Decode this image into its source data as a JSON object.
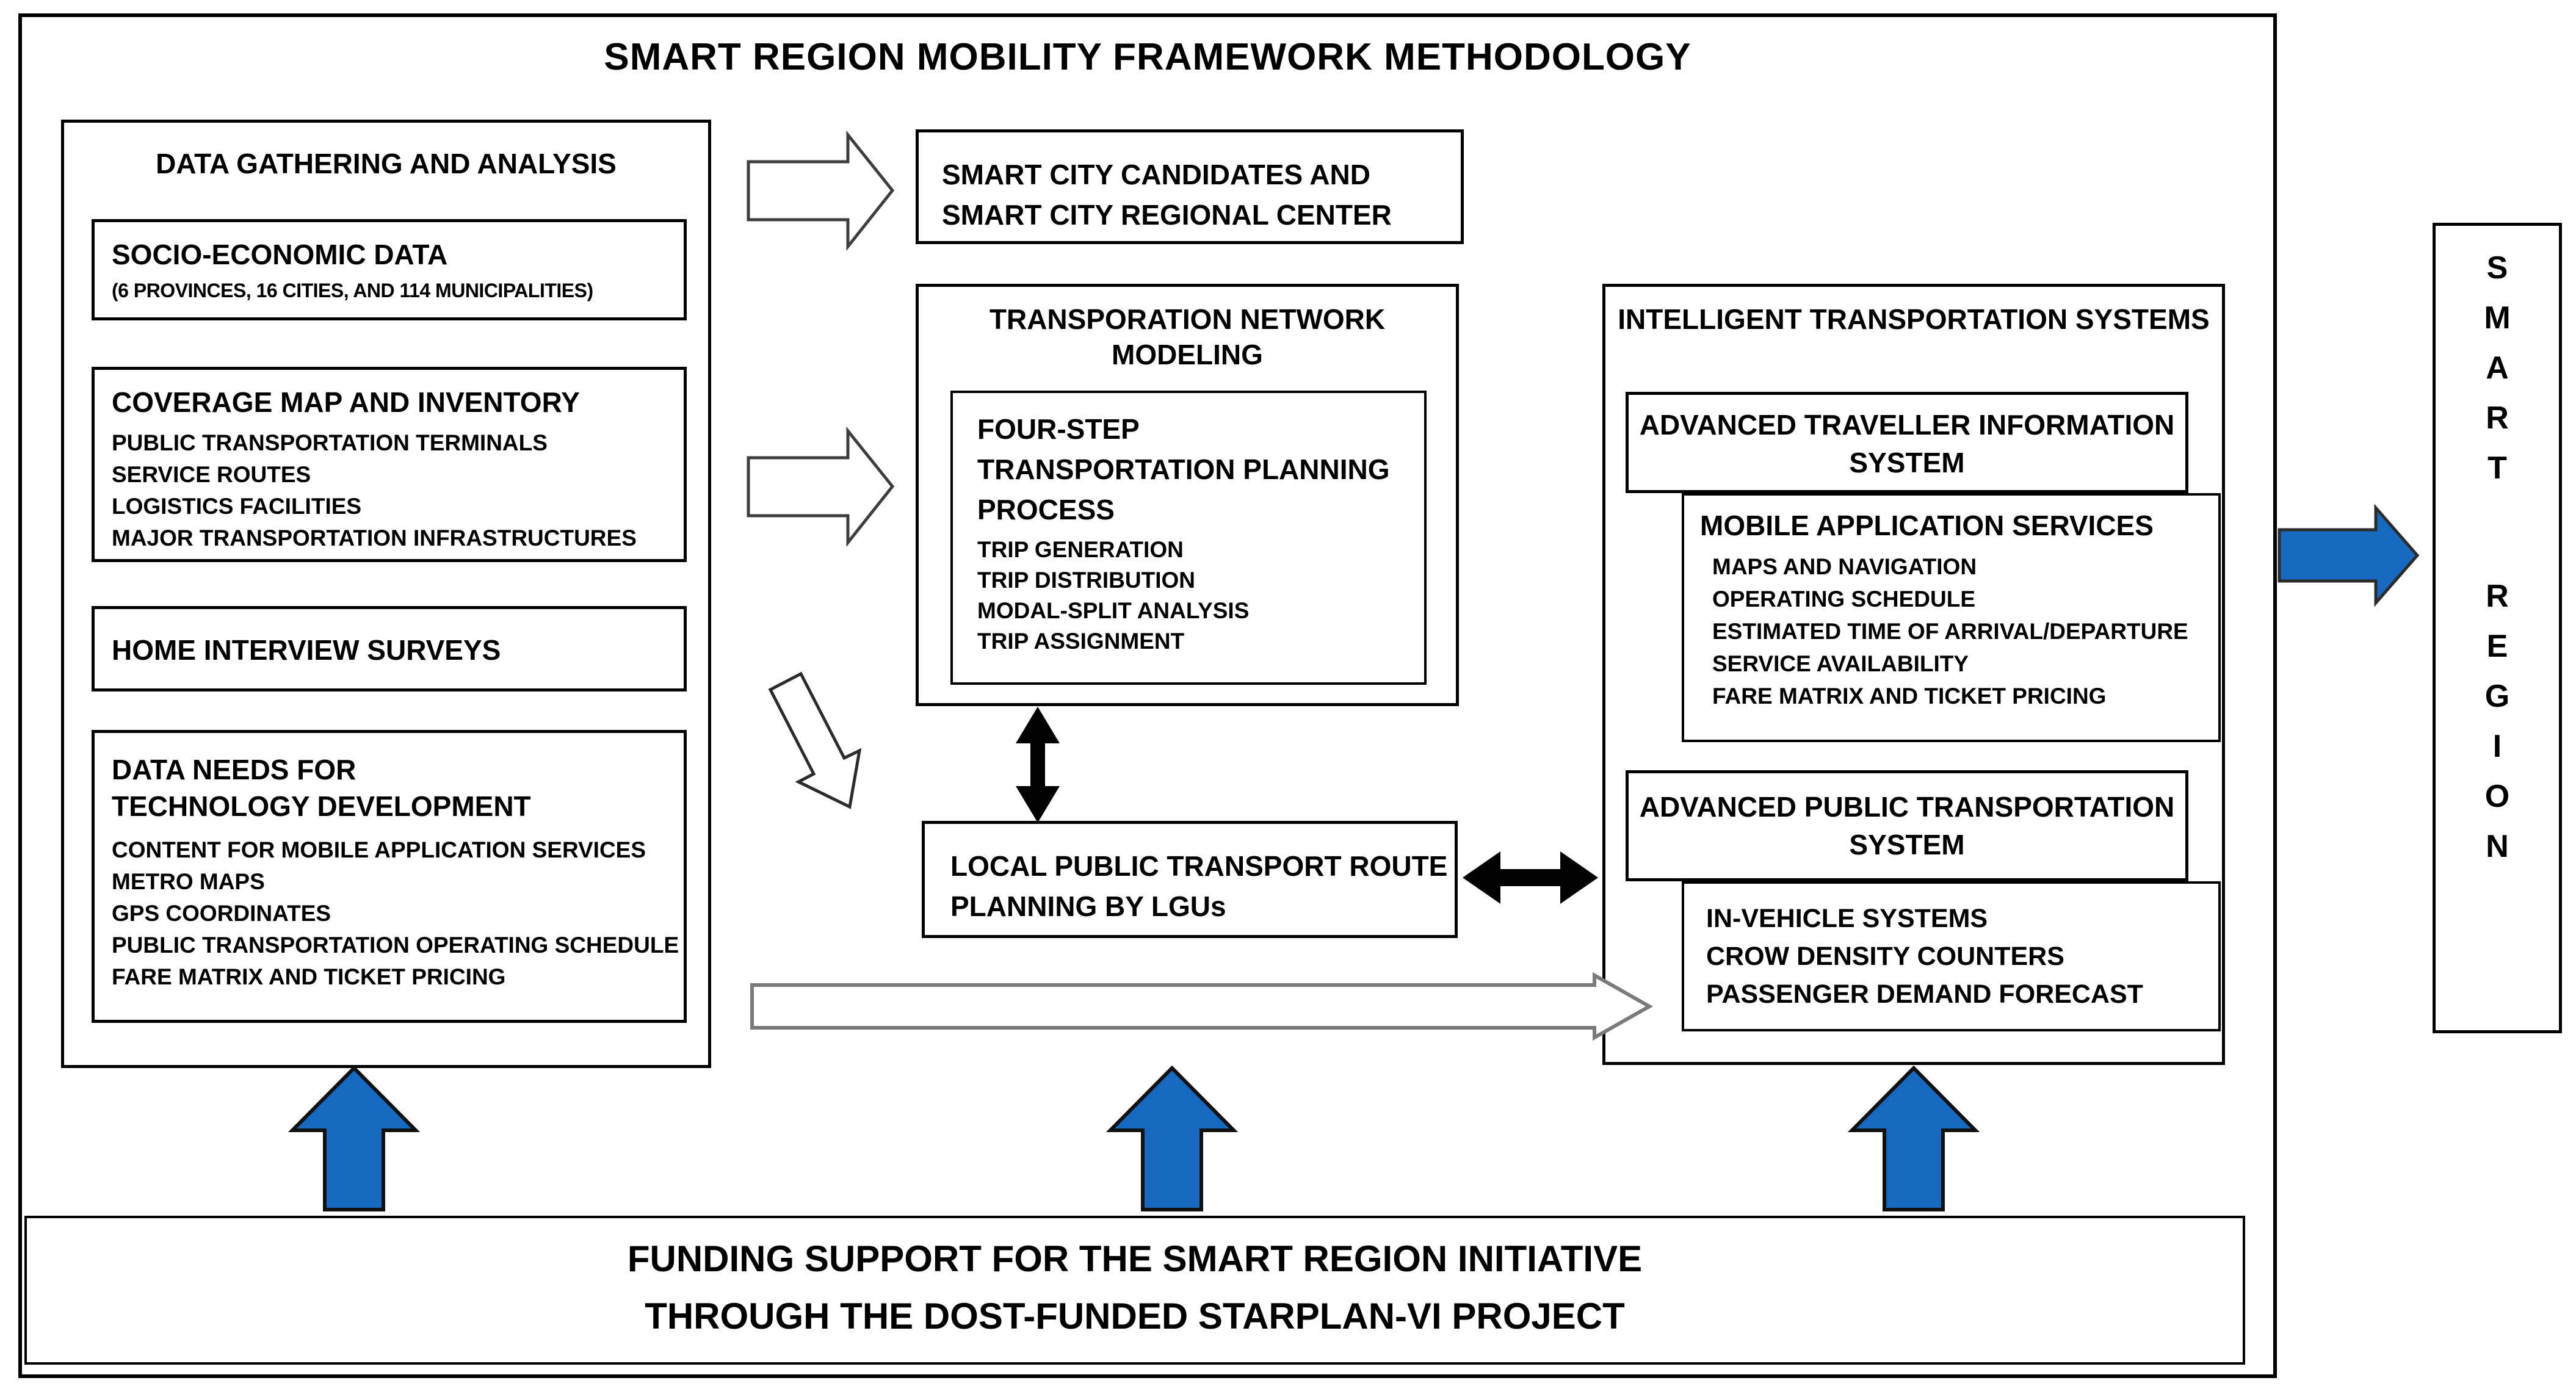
{
  "title": "SMART REGION MOBILITY FRAMEWORK METHODOLOGY",
  "colors": {
    "arrow_blue": "#1669BE",
    "arrow_gray_outline": "#7a7a7a",
    "line_black": "#000000"
  },
  "data_gathering": {
    "title": "DATA GATHERING AND ANALYSIS",
    "boxes": [
      {
        "title": "SOCIO-ECONOMIC DATA",
        "subtitle": "(6 PROVINCES, 16 CITIES, AND 114 MUNICIPALITIES)"
      },
      {
        "title": "COVERAGE MAP AND INVENTORY",
        "items": [
          "PUBLIC TRANSPORTATION TERMINALS",
          "SERVICE ROUTES",
          "LOGISTICS FACILITIES",
          "MAJOR TRANSPORTATION INFRASTRUCTURES"
        ]
      },
      {
        "title": "HOME INTERVIEW SURVEYS"
      },
      {
        "title": "DATA NEEDS FOR TECHNOLOGY DEVELOPMENT",
        "items": [
          "CONTENT FOR MOBILE APPLICATION SERVICES",
          "METRO MAPS",
          "GPS COORDINATES",
          "PUBLIC TRANSPORTATION OPERATING SCHEDULE",
          "FARE MATRIX AND TICKET PRICING"
        ]
      }
    ]
  },
  "smart_city": {
    "line1": "SMART CITY CANDIDATES AND",
    "line2": "SMART CITY REGIONAL CENTER"
  },
  "tnm": {
    "title_line1": "TRANSPORATION NETWORK",
    "title_line2": "MODELING",
    "four_step": {
      "title_line1": "FOUR-STEP",
      "title_line2": "TRANSPORTATION PLANNING",
      "title_line3": "PROCESS",
      "items": [
        "TRIP GENERATION",
        "TRIP DISTRIBUTION",
        "MODAL-SPLIT ANALYSIS",
        "TRIP ASSIGNMENT"
      ]
    }
  },
  "lptr": {
    "line1": "LOCAL PUBLIC TRANSPORT ROUTE",
    "line2": "PLANNING BY LGUs"
  },
  "its": {
    "title": "INTELLIGENT TRANSPORTATION SYSTEMS",
    "atis": {
      "line1": "ADVANCED TRAVELLER INFORMATION",
      "line2": "SYSTEM"
    },
    "mas": {
      "title": "MOBILE APPLICATION SERVICES",
      "items": [
        "MAPS AND NAVIGATION",
        "OPERATING SCHEDULE",
        "ESTIMATED TIME OF ARRIVAL/DEPARTURE",
        "SERVICE AVAILABILITY",
        "FARE MATRIX AND TICKET PRICING"
      ]
    },
    "apts": {
      "line1": "ADVANCED PUBLIC TRANSPORTATION",
      "line2": "SYSTEM"
    },
    "ivs": {
      "items": [
        "IN-VEHICLE SYSTEMS",
        "CROW DENSITY COUNTERS",
        "PASSENGER  DEMAND FORECAST"
      ]
    }
  },
  "smart_region": {
    "word1": [
      "S",
      "M",
      "A",
      "R",
      "T"
    ],
    "word2": [
      "R",
      "E",
      "G",
      "I",
      "O",
      "N"
    ]
  },
  "funding": {
    "line1": "FUNDING SUPPORT FOR THE SMART REGION INITIATIVE",
    "line2": "THROUGH THE DOST-FUNDED STARPLAN-VI PROJECT"
  }
}
